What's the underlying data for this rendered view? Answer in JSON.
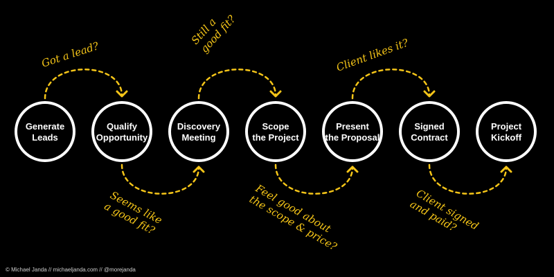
{
  "steps": [
    {
      "line1": "Generate",
      "line2": "Leads"
    },
    {
      "line1": "Qualify",
      "line2": "Opportunity"
    },
    {
      "line1": "Discovery",
      "line2": "Meeting"
    },
    {
      "line1": "Scope",
      "line2": "the Project"
    },
    {
      "line1": "Present",
      "line2": "the Proposal"
    },
    {
      "line1": "Signed",
      "line2": "Contract"
    },
    {
      "line1": "Project",
      "line2": "Kickoff"
    }
  ],
  "transitions": [
    {
      "from": 0,
      "to": 1,
      "side": "top",
      "lines": [
        "Got a lead?"
      ]
    },
    {
      "from": 1,
      "to": 2,
      "side": "bottom",
      "lines": [
        "Seems like",
        "a good fit?"
      ]
    },
    {
      "from": 2,
      "to": 3,
      "side": "top",
      "lines": [
        "Still a",
        "good fit?"
      ]
    },
    {
      "from": 3,
      "to": 4,
      "side": "bottom",
      "lines": [
        "Feel good about",
        "the scope & price?"
      ]
    },
    {
      "from": 4,
      "to": 5,
      "side": "top",
      "lines": [
        "Client likes it?"
      ]
    },
    {
      "from": 5,
      "to": 6,
      "side": "bottom",
      "lines": [
        "Client signed",
        "and paid?"
      ]
    }
  ],
  "footer": "© Michael Janda // michaeljanda.com // @morejanda",
  "colors": {
    "accent": "#f5c518",
    "circle_stroke": "#ffffff",
    "background": "#000000"
  }
}
